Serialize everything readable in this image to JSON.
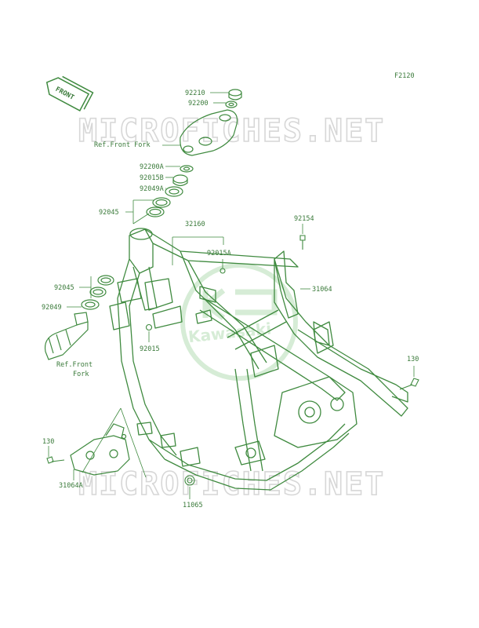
{
  "figure_code": "F2120",
  "front_badge": "FRONT",
  "watermark": "MICROFICHES.NET",
  "logo_text": "Kawasaki",
  "colors": {
    "line": "#3f8a3f",
    "label": "#3a7a3a",
    "watermark": "#d7d7d7",
    "logo": "#cfe9cf"
  },
  "labels": {
    "p92210": "92210",
    "p92200": "92200",
    "ref_front_fork_top": "Ref.Front Fork",
    "p92200a": "92200A",
    "p92015b": "92015B",
    "p92049a": "92049A",
    "p92045_top": "92045",
    "p32160": "32160",
    "p92154": "92154",
    "p92015a": "92015A",
    "p31064": "31064",
    "p92045_mid": "92045",
    "p92049": "92049",
    "ref_front_fork_line1": "Ref.Front",
    "ref_front_fork_line2": "Fork",
    "p92015": "92015",
    "p130_right": "130",
    "p130_left": "130",
    "p31064a": "31064A",
    "p11065": "11065"
  }
}
